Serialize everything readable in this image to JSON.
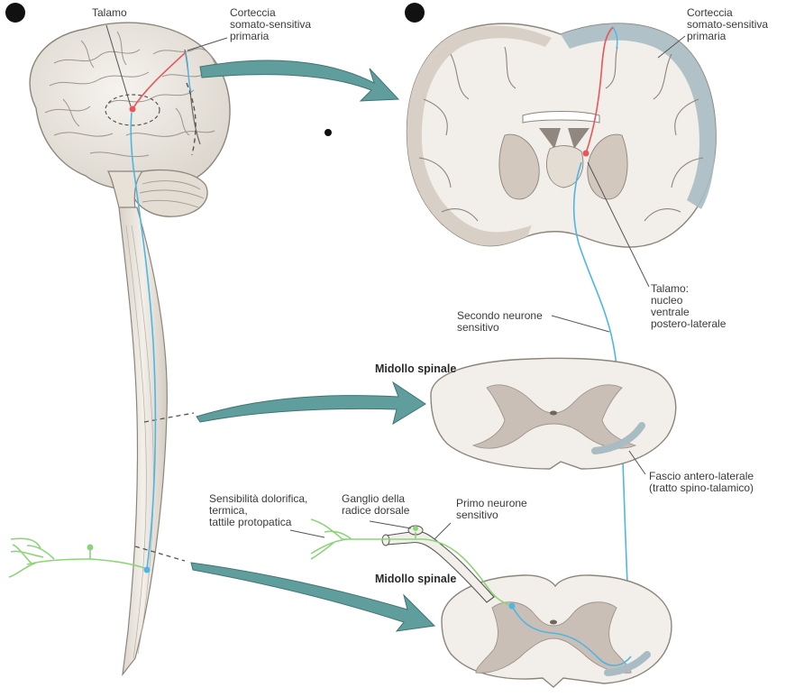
{
  "labels": {
    "talamo": "Talamo",
    "corteccia_left": "Corteccia\nsomato-sensitiva\nprimaria",
    "corteccia_right": "Corteccia\nsomato-sensitiva\nprimaria",
    "talamo_nucleo": "Talamo:\nnucleo\nventrale\npostero-laterale",
    "secondo_neurone": "Secondo neurone\nsensitivo",
    "midollo_upper": "Midollo spinale",
    "fascio": "Fascio antero-laterale\n(tratto spino-talamico)",
    "sensibilita": "Sensibilità dolorifica,\ntermica,\ntattile protopatica",
    "ganglio": "Ganglio della\nradice dorsale",
    "primo_neurone": "Primo neurone\nsensitivo",
    "midollo_lower": "Midollo spinale"
  },
  "colors": {
    "first_neuron": "#8dd47a",
    "second_neuron": "#4fb6e3",
    "third_neuron": "#e8555a",
    "arrow": "#5f9e9c",
    "cortex_highlight": "#a9bcc3",
    "gray_matter": "#c9bfb6",
    "white_matter": "#f2eee9"
  }
}
